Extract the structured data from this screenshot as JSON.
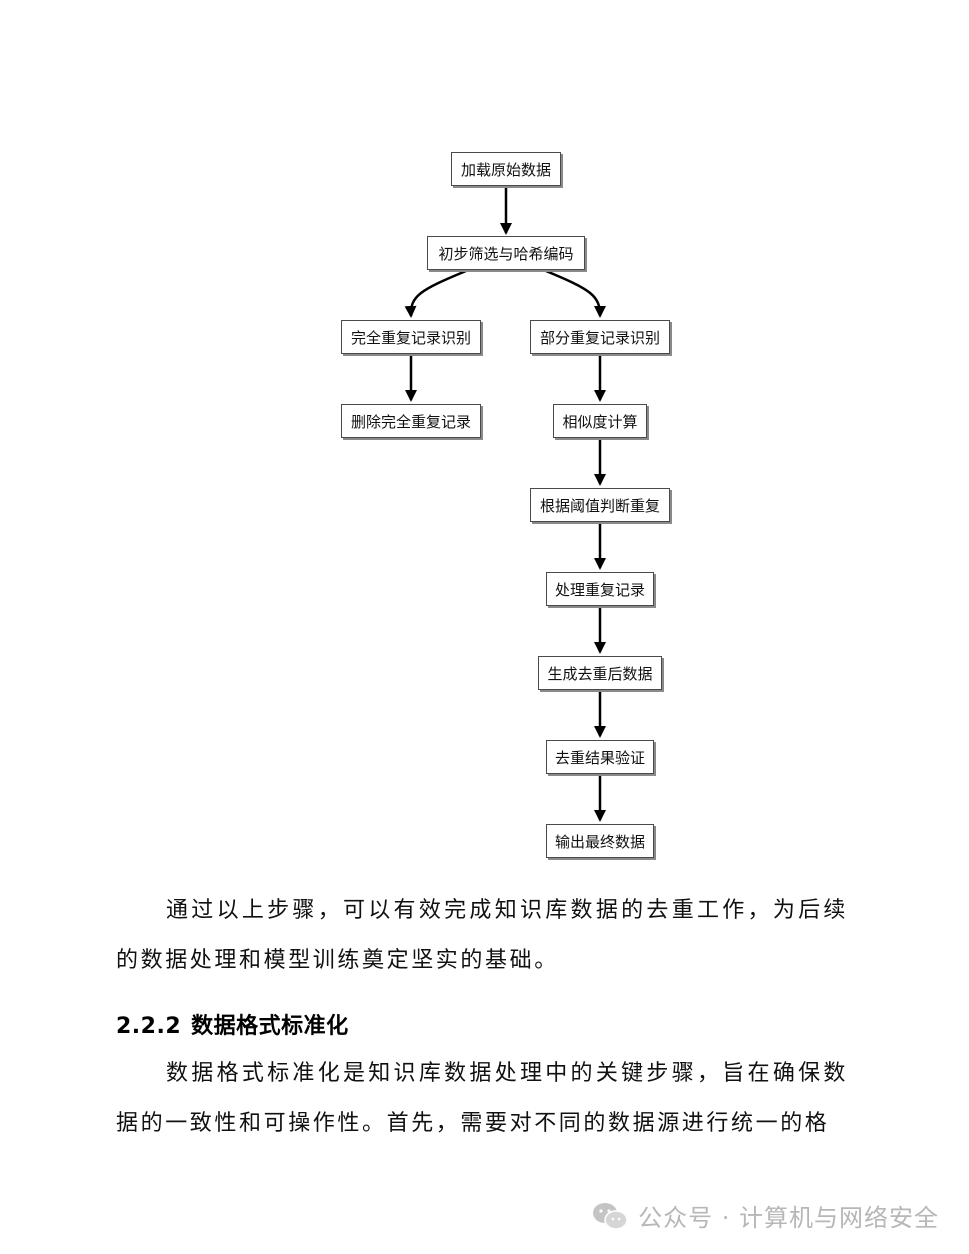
{
  "flowchart": {
    "nodes": {
      "load_raw": "加载原始数据",
      "prefilter_hash": "初步筛选与哈希编码",
      "exact_dup_identify": "完全重复记录识别",
      "partial_dup_identify": "部分重复记录识别",
      "delete_exact_dup": "删除完全重复记录",
      "similarity_calc": "相似度计算",
      "threshold_judge": "根据阈值判断重复",
      "handle_dup": "处理重复记录",
      "generate_dedup": "生成去重后数据",
      "validate_result": "去重结果验证",
      "output_final": "输出最终数据"
    }
  },
  "paragraph1": "通过以上步骤，可以有效完成知识库数据的去重工作，为后续的数据处理和模型训练奠定坚实的基础。",
  "section": {
    "number": "2.2.2",
    "title": "数据格式标准化"
  },
  "paragraph2": "数据格式标准化是知识库数据处理中的关键步骤，旨在确保数据的一致性和可操作性。首先，需要对不同的数据源进行统一的格",
  "watermark": {
    "text": "公众号 · 计算机与网络安全",
    "icon": "wechat-icon",
    "color": "#b7b7b7"
  }
}
